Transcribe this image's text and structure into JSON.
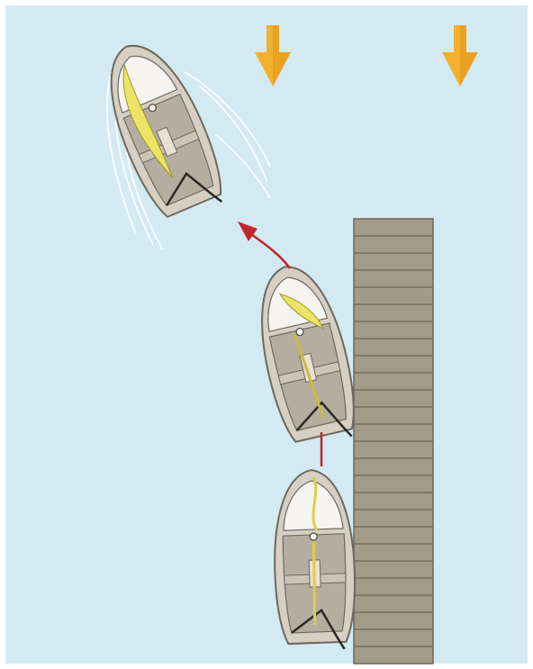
{
  "diagram": {
    "water_color": "#d3eaf2",
    "dock_color": "#a39a88",
    "dock_line_color": "#6e6656",
    "hull_color": "#d6cfc4",
    "hull_edge_color": "#6e685e",
    "deck_color": "#b5ad9f",
    "cabin_color": "#f6f4f0",
    "sail_color": "#ece466",
    "arrow_color": "#c0262d",
    "wind_color": "#f2b12c",
    "wake_color": "#ffffff"
  },
  "scene": {
    "wind_arrows": [
      {
        "id": "wind-left"
      },
      {
        "id": "wind-right"
      }
    ],
    "boats": [
      {
        "id": "boat-start",
        "sail": "luffing"
      },
      {
        "id": "boat-middle",
        "sail": "trimmed"
      },
      {
        "id": "boat-end",
        "sail": "full"
      }
    ],
    "path_arrow": {
      "id": "course-arrow"
    }
  }
}
